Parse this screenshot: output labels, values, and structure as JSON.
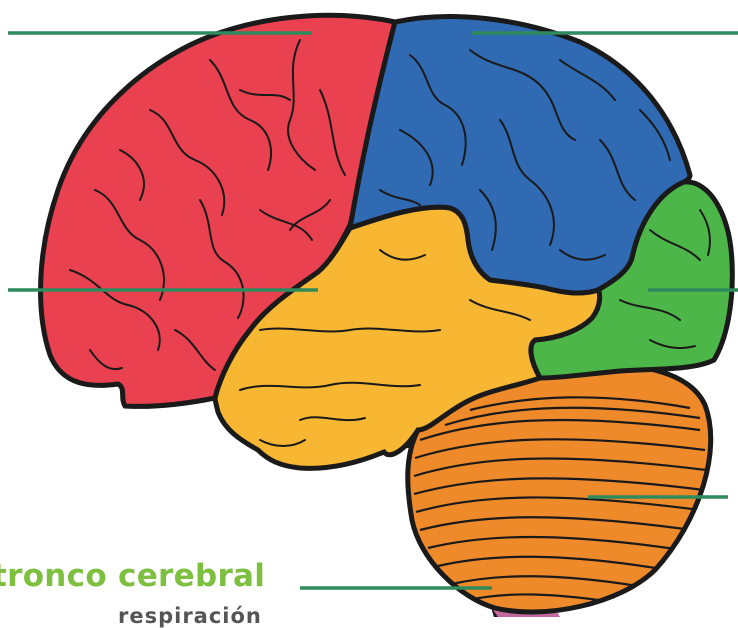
{
  "labels": {
    "brainstem": "tronco cerebral",
    "brainstem_function": "respiración"
  },
  "regions": [
    {
      "name": "frontal-lobe",
      "color": "#e9414f"
    },
    {
      "name": "parietal-lobe",
      "color": "#2f6ab3"
    },
    {
      "name": "occipital-lobe",
      "color": "#4cb748"
    },
    {
      "name": "temporal-lobe",
      "color": "#f8b733"
    },
    {
      "name": "cerebellum",
      "color": "#ef8a2a"
    },
    {
      "name": "brainstem",
      "color": "#9c2b6f"
    }
  ],
  "colors": {
    "leader_line": "#2f8a5c",
    "label_green": "#7dbf3f",
    "outline": "#1a1a1a"
  }
}
